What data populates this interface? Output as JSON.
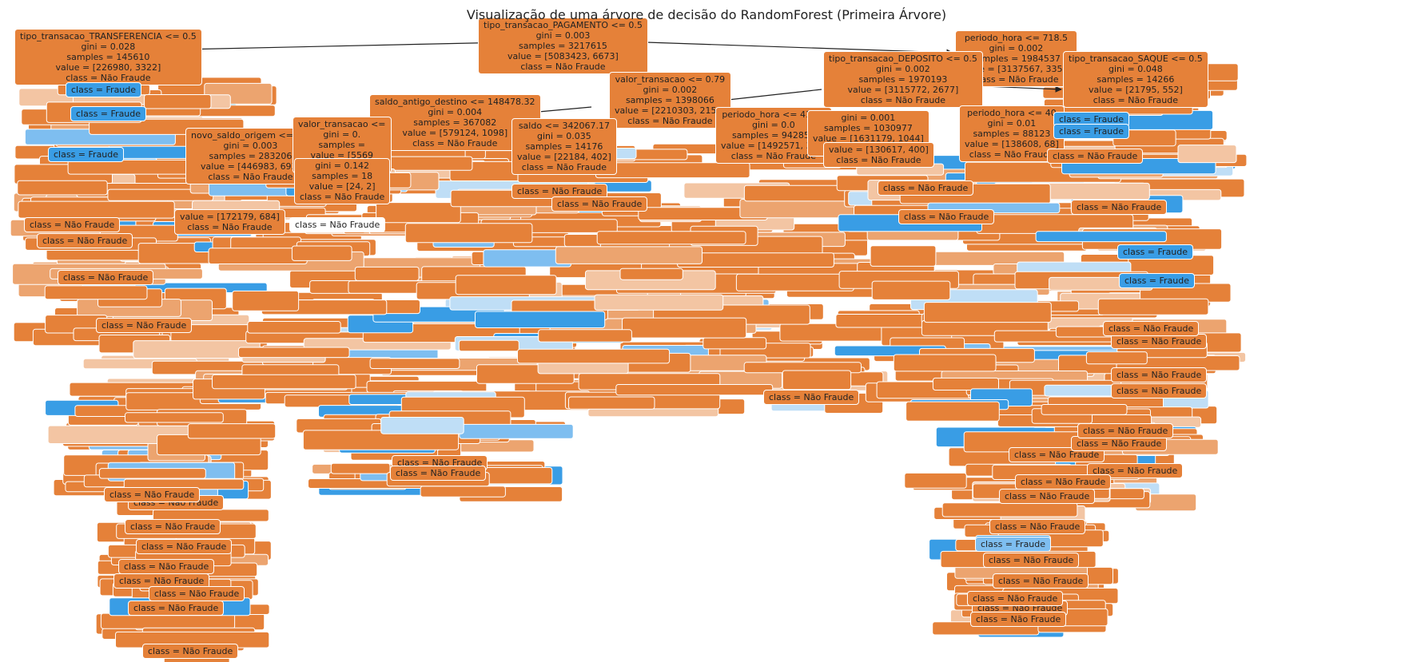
{
  "title": "Visualização de uma árvore de decisão do RandomForest (Primeira Árvore)",
  "colors": {
    "orange": "#e58139",
    "orange_mid": "#eca46f",
    "orange_light": "#f3c5a3",
    "blue": "#399de5",
    "blue_mid": "#7ebef0",
    "blue_light": "#bfdef6",
    "white": "#ffffff",
    "edge": "#222222"
  },
  "nodes": [
    {
      "id": "root",
      "color": "orange",
      "lines": [
        "tipo_transacao_PAGAMENTO <= 0.5",
        "gini = 0.003",
        "samples = 3217615",
        "value = [5083423, 6673]",
        "class = Não Fraude"
      ]
    },
    {
      "id": "left-1",
      "color": "orange",
      "lines": [
        "tipo_transacao_TRANSFERENCIA <= 0.5",
        "gini = 0.028",
        "samples = 145610",
        "value = [226980, 3322]",
        "class = Não Fraude"
      ]
    },
    {
      "id": "right-1",
      "color": "orange",
      "lines": [
        "periodo_hora <= 718.5",
        "gini = 0.002",
        "samples = 1984537",
        "value = [3137567, 3351]",
        "class = Não Fraude"
      ]
    },
    {
      "id": "deposito",
      "color": "orange",
      "lines": [
        "tipo_transacao_DEPOSITO <= 0.5",
        "gini = 0.002",
        "samples = 1970193",
        "value = [3115772, 2677]",
        "class = Não Fraude"
      ]
    },
    {
      "id": "saque",
      "color": "orange",
      "lines": [
        "tipo_transacao_SAQUE <= 0.5",
        "gini = 0.048",
        "samples = 14266",
        "value = [21795, 552]",
        "class = Não Fraude"
      ]
    },
    {
      "id": "valor-1",
      "color": "orange",
      "lines": [
        "valor_transacao <= 0.79",
        "gini = 0.002",
        "samples = 1398066",
        "value = [2210303, 2153]",
        "class = Não Fraude"
      ]
    },
    {
      "id": "saldo-destino",
      "color": "orange",
      "lines": [
        "saldo_antigo_destino <= 148478.32",
        "gini = 0.004",
        "samples = 367082",
        "value = [579124, 1098]",
        "class = Não Fraude"
      ]
    },
    {
      "id": "hora-2",
      "color": "orange",
      "lines": [
        "periodo_hora <= 414.0",
        "gini = 0.0",
        "samples = 942854",
        "value = [1492571, 362]",
        "class = Não Fraude"
      ]
    },
    {
      "id": "node-1030977",
      "color": "orange",
      "lines": [
        "gini = 0.001",
        "samples = 1030977",
        "value = [1631179, 1044]",
        "class = Não Fraude"
      ]
    },
    {
      "id": "node-130617",
      "color": "orange",
      "lines": [
        "value = [130617, 400]",
        "class = Não Fraude"
      ]
    },
    {
      "id": "hora-3",
      "color": "orange",
      "lines": [
        "periodo_hora <= 40",
        "gini = 0.01",
        "samples = 88123",
        "value = [138608, 68]",
        "class = Não Fraude"
      ]
    },
    {
      "id": "saldo-342067",
      "color": "orange",
      "lines": [
        "saldo <= 342067.17",
        "gini = 0.035",
        "samples = 14176",
        "value = [22184, 402]",
        "class = Não Fraude"
      ]
    },
    {
      "id": "novo-saldo",
      "color": "orange",
      "lines": [
        "novo_saldo_origem <= 0.5",
        "gini = 0.003",
        "samples = 283206",
        "value = [446983, 693]",
        "class = Não Fraude"
      ]
    },
    {
      "id": "valor-2",
      "color": "orange",
      "lines": [
        "valor_transacao <=",
        "gini = 0.",
        "samples =",
        "value = [5569",
        "class = Não Fraude"
      ]
    },
    {
      "id": "leaf-24-2",
      "color": "orange",
      "lines": [
        "gini = 0.142",
        "samples = 18",
        "value = [24, 2]",
        "class = Não Fraude"
      ]
    },
    {
      "id": "node-172179",
      "color": "orange",
      "lines": [
        "value = [172179, 684]",
        "class = Não Fraude"
      ]
    },
    {
      "id": "leaf-white",
      "color": "white",
      "lines": [
        "class = Não Fraude"
      ]
    },
    {
      "id": "leaf-fraude-a",
      "color": "blue",
      "lines": [
        "class = Fraude"
      ]
    },
    {
      "id": "leaf-fraude-b",
      "color": "blue",
      "lines": [
        "class = Fraude"
      ]
    },
    {
      "id": "leaf-fraude-c",
      "color": "blue",
      "lines": [
        "class = Fraude"
      ]
    },
    {
      "id": "leaf-fraude-d",
      "color": "blue",
      "lines": [
        "class = Fraude"
      ]
    },
    {
      "id": "leaf-fraude-e",
      "color": "blue",
      "lines": [
        "class = Fraude"
      ]
    },
    {
      "id": "leaf-fraude-f",
      "color": "blue",
      "lines": [
        "class = Fraude"
      ]
    },
    {
      "id": "leaf-fraude-g",
      "color": "blue",
      "lines": [
        "class = Fraude"
      ]
    },
    {
      "id": "leaf-fraude-h",
      "color": "blue_mid",
      "lines": [
        "class = Fraude"
      ]
    },
    {
      "id": "leaf-fraude-i",
      "color": "blue",
      "lines": [
        "class = Fraude"
      ]
    },
    {
      "id": "leaf-nf-a",
      "color": "orange",
      "lines": [
        "class = Não Fraude"
      ]
    },
    {
      "id": "leaf-nf-b",
      "color": "orange",
      "lines": [
        "class = Não Fraude"
      ]
    },
    {
      "id": "leaf-nf-c",
      "color": "orange",
      "lines": [
        "class = Não Fraude"
      ]
    },
    {
      "id": "leaf-nf-d",
      "color": "orange",
      "lines": [
        "class = Não Fraude"
      ]
    },
    {
      "id": "leaf-nf-e",
      "color": "orange",
      "lines": [
        "class = Não Fraude"
      ]
    },
    {
      "id": "leaf-nf-f",
      "color": "orange",
      "lines": [
        "class = Não Fraude"
      ]
    },
    {
      "id": "leaf-nf-g",
      "color": "orange",
      "lines": [
        "class = Não Fraude"
      ]
    },
    {
      "id": "leaf-nf-h",
      "color": "orange",
      "lines": [
        "class = Não Fraude"
      ]
    },
    {
      "id": "leaf-nf-i",
      "color": "orange",
      "lines": [
        "class = Não Fraude"
      ]
    },
    {
      "id": "leaf-nf-j",
      "color": "orange",
      "lines": [
        "class = Não Fraude"
      ]
    },
    {
      "id": "leaf-nf-k",
      "color": "orange",
      "lines": [
        "class = Não Fraude"
      ]
    },
    {
      "id": "leaf-nf-l",
      "color": "orange",
      "lines": [
        "class = Não Fraude"
      ]
    },
    {
      "id": "leaf-nf-m",
      "color": "orange",
      "lines": [
        "class = Não Fraude"
      ]
    },
    {
      "id": "leaf-nf-n",
      "color": "orange",
      "lines": [
        "class = Não Fraude"
      ]
    },
    {
      "id": "leaf-nf-o",
      "color": "orange",
      "lines": [
        "class = Não Fraude"
      ]
    },
    {
      "id": "leaf-nf-p",
      "color": "orange",
      "lines": [
        "class = Não Fraude"
      ]
    },
    {
      "id": "leaf-nf-q",
      "color": "orange",
      "lines": [
        "class = Não Fraude"
      ]
    },
    {
      "id": "leaf-nf-r",
      "color": "orange",
      "lines": [
        "class = Não Fraude"
      ]
    },
    {
      "id": "leaf-nf-s",
      "color": "orange",
      "lines": [
        "class = Não Fraude"
      ]
    },
    {
      "id": "leaf-nf-t",
      "color": "orange",
      "lines": [
        "class = Não Fraude"
      ]
    },
    {
      "id": "leaf-nf-u",
      "color": "orange",
      "lines": [
        "class = Não Fraude"
      ]
    },
    {
      "id": "leaf-nf-v",
      "color": "orange",
      "lines": [
        "class = Não Fraude"
      ]
    },
    {
      "id": "leaf-nf-w",
      "color": "orange",
      "lines": [
        "class = Não Fraude"
      ]
    },
    {
      "id": "leaf-nf-x",
      "color": "orange",
      "lines": [
        "class = Não Fraude"
      ]
    },
    {
      "id": "leaf-nf-y",
      "color": "orange",
      "lines": [
        "class = Não Fraude"
      ]
    },
    {
      "id": "leaf-nf-z",
      "color": "orange",
      "lines": [
        "class = Não Fraude"
      ]
    },
    {
      "id": "leaf-nf-aa",
      "color": "orange",
      "lines": [
        "class = Não Fraude"
      ]
    },
    {
      "id": "leaf-nf-ab",
      "color": "orange",
      "lines": [
        "class = Não Fraude"
      ]
    },
    {
      "id": "leaf-nf-ac",
      "color": "orange",
      "lines": [
        "class = Não Fraude"
      ]
    },
    {
      "id": "leaf-nf-ad",
      "color": "orange",
      "lines": [
        "class = Não Fraude"
      ]
    },
    {
      "id": "leaf-nf-ae",
      "color": "orange",
      "lines": [
        "class = Não Fraude"
      ]
    },
    {
      "id": "leaf-nf-af",
      "color": "orange",
      "lines": [
        "class = Não Fraude"
      ]
    },
    {
      "id": "leaf-nf-ag",
      "color": "orange",
      "lines": [
        "class = Não Fraude"
      ]
    },
    {
      "id": "leaf-nf-ah",
      "color": "orange",
      "lines": [
        "class = Não Fraude"
      ]
    },
    {
      "id": "leaf-nf-ai",
      "color": "orange",
      "lines": [
        "class = Não Fraude"
      ]
    },
    {
      "id": "leaf-nf-aj",
      "color": "orange",
      "lines": [
        "class = Não Fraude"
      ]
    },
    {
      "id": "leaf-nf-ak",
      "color": "orange",
      "lines": [
        "class = Não Fraude"
      ]
    },
    {
      "id": "leaf-nf-al",
      "color": "orange",
      "lines": [
        "class = Não Fraude"
      ]
    }
  ]
}
